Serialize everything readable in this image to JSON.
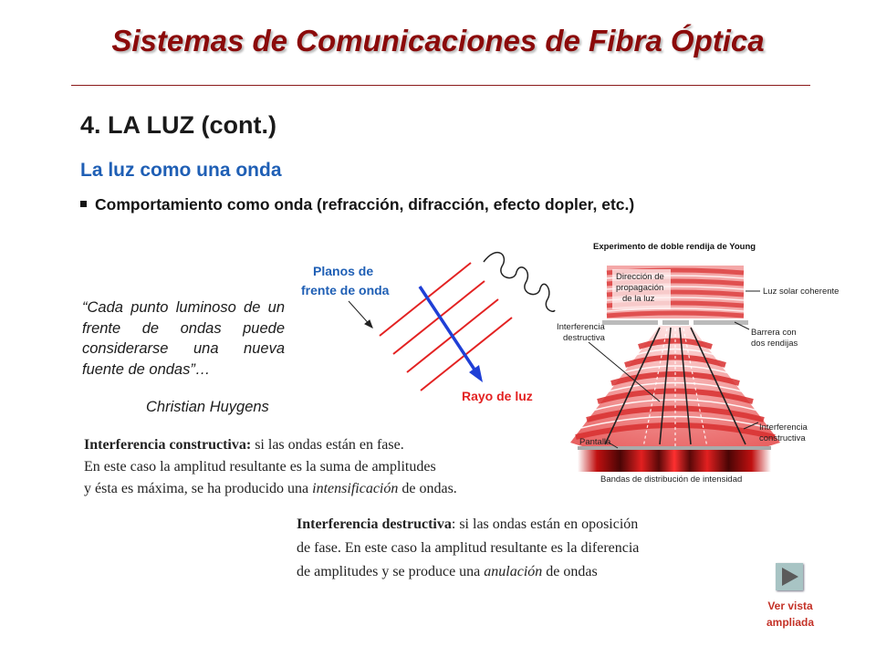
{
  "header": {
    "title": "Sistemas de Comunicaciones de Fibra Óptica"
  },
  "section": {
    "heading": "4. LA LUZ (cont.)",
    "subheading": "La luz como una onda",
    "bullet": "Comportamiento como onda (refracción, difracción, efecto dopler, etc.)"
  },
  "quote": {
    "text": "“Cada punto luminoso de un frente de ondas puede considerarse una nueva fuente de ondas”…",
    "author": "Christian Huygens"
  },
  "wave_diagram": {
    "label_wavefronts_1": "Planos de",
    "label_wavefronts_2": "frente de onda",
    "label_ray": "Rayo de luz",
    "colors": {
      "wavefront": "#e32222",
      "ray": "#1f3fd6",
      "label": "#1f5fb5",
      "ray_label": "#e32222"
    }
  },
  "young_diagram": {
    "title": "Experimento de doble rendija de Young",
    "label_direction_1": "Dirección de",
    "label_direction_2": "propagación",
    "label_direction_3": "de la luz",
    "label_coherent": "Luz solar coherente",
    "label_destructive_1": "Interferencia",
    "label_destructive_2": "destructiva",
    "label_barrier_1": "Barrera con",
    "label_barrier_2": "dos rendijas",
    "label_constructive_1": "Interferencia",
    "label_constructive_2": "constructiva",
    "label_screen": "Pantalla",
    "label_bands": "Bandas de distribución de intensidad"
  },
  "constructive": {
    "line1_bold": "Interferencia constructiva:",
    "line1_rest": " si las ondas están en fase.",
    "line2": "En este caso la amplitud resultante es la suma de amplitudes",
    "line3_pre": "y ésta es máxima, se ha producido una ",
    "line3_italic": "intensificación",
    "line3_post": " de ondas."
  },
  "destructive": {
    "line1_bold": "Interferencia destructiva",
    "line1_rest": ": si las ondas están en oposición",
    "line2": "de fase. En este caso la amplitud resultante es la diferencia",
    "line3_pre": "de amplitudes y se produce una ",
    "line3_italic": "anulación",
    "line3_post": " de ondas"
  },
  "nav": {
    "view_line1": "Ver vista",
    "view_line2": "ampliada"
  }
}
